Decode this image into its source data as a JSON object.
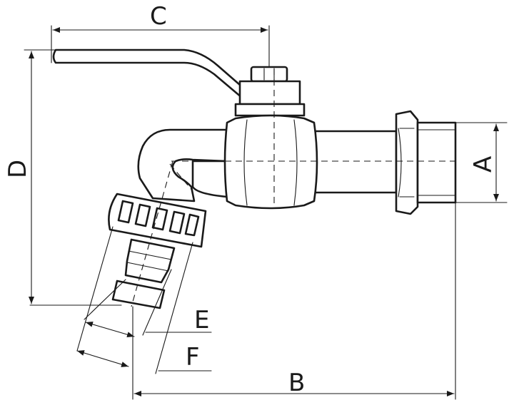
{
  "labels": {
    "dim_a": "A",
    "dim_b": "B",
    "dim_c": "C",
    "dim_d": "D",
    "dim_e": "E",
    "dim_f": "F"
  }
}
